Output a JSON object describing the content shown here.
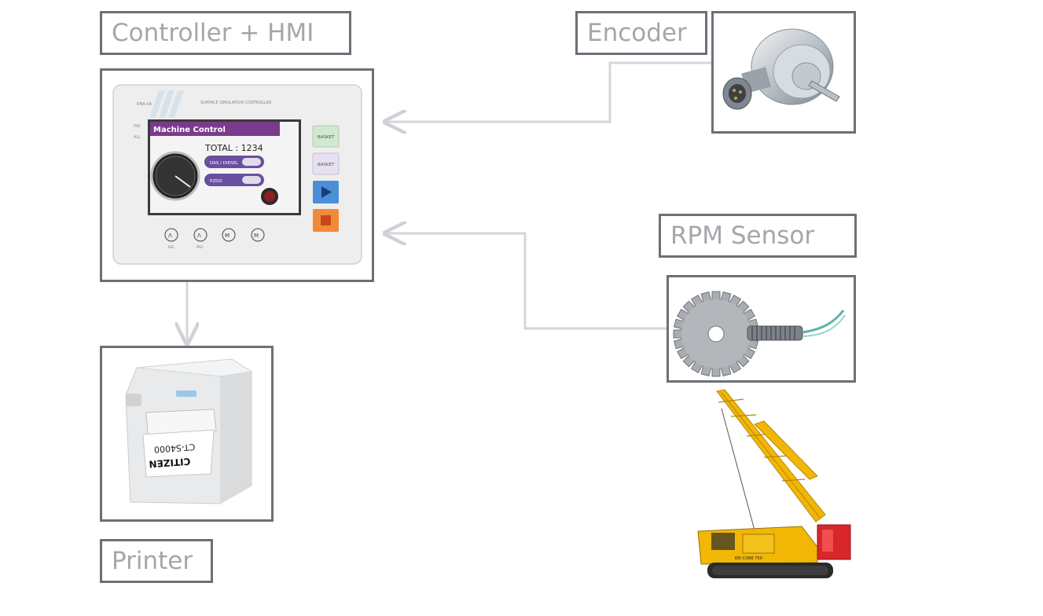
{
  "labels": {
    "controller": "Controller + HMI",
    "encoder": "Encoder",
    "rpm_sensor": "RPM Sensor",
    "printer": "Printer"
  },
  "hmi": {
    "header_small": "SURFACE SIMULATION CONTROLLER",
    "screen_title": "Machine Control",
    "total": "TOTAL : 1234",
    "option1": "DAS / DIESEL",
    "option2": "PZDO",
    "btn1": "BASKET",
    "btn2": "BASKET"
  },
  "printer": {
    "paper_text": "CT-S4000",
    "brand": "CITIZEN"
  },
  "rig": {
    "model": "ERI CORE 750"
  },
  "colors": {
    "border": "#6b7078",
    "label_text": "#a3a7ab",
    "connector": "#d4d6d8",
    "screen_header": "#7b3b8c",
    "rig_yellow": "#f2b705",
    "rig_red": "#d8262b"
  }
}
